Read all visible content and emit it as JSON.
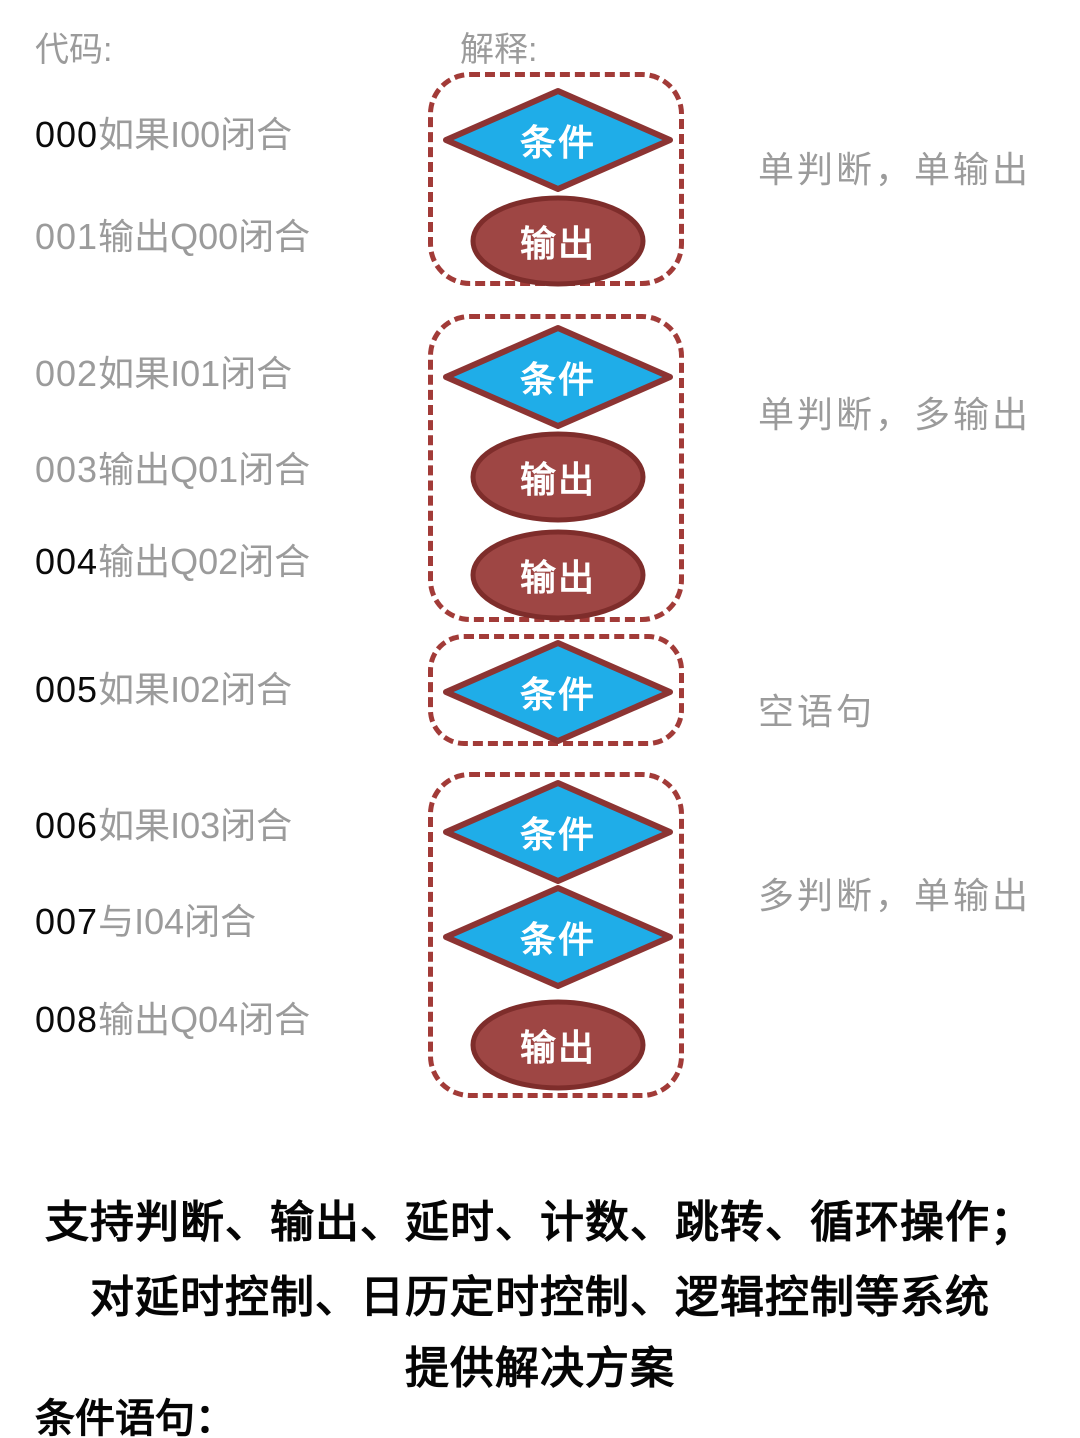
{
  "headers": {
    "code": "代码:",
    "explain": "解释:"
  },
  "code_lines": [
    {
      "num": "000",
      "num_color": "black",
      "text": "如果I00闭合"
    },
    {
      "num": "001",
      "num_color": "gray",
      "text": "输出Q00闭合"
    },
    {
      "num": "002",
      "num_color": "gray",
      "text": "如果I01闭合"
    },
    {
      "num": "003",
      "num_color": "gray",
      "text": "输出Q01闭合"
    },
    {
      "num": "004",
      "num_color": "black",
      "text": "输出Q02闭合"
    },
    {
      "num": "005",
      "num_color": "black",
      "text": "如果I02闭合"
    },
    {
      "num": "006",
      "num_color": "black",
      "text": "如果I03闭合"
    },
    {
      "num": "007",
      "num_color": "black",
      "text": "与I04闭合"
    },
    {
      "num": "008",
      "num_color": "black",
      "text": "输出Q04闭合"
    }
  ],
  "flowchart": {
    "groups": [
      {
        "annotation": "单判断，单输出",
        "shapes": [
          {
            "type": "condition",
            "label": "条件"
          },
          {
            "type": "output",
            "label": "输出"
          }
        ]
      },
      {
        "annotation": "单判断，多输出",
        "shapes": [
          {
            "type": "condition",
            "label": "条件"
          },
          {
            "type": "output",
            "label": "输出"
          },
          {
            "type": "output",
            "label": "输出"
          }
        ]
      },
      {
        "annotation": "空语句",
        "shapes": [
          {
            "type": "condition",
            "label": "条件"
          }
        ]
      },
      {
        "annotation": "多判断，单输出",
        "shapes": [
          {
            "type": "condition",
            "label": "条件"
          },
          {
            "type": "condition",
            "label": "条件"
          },
          {
            "type": "output",
            "label": "输出"
          }
        ]
      }
    ]
  },
  "footer": {
    "lines": [
      "支持判断、输出、延时、计数、跳转、循环操作；",
      "对延时控制、日历定时控制、逻辑控制等系统",
      "提供解决方案"
    ],
    "section_label": "条件语句："
  },
  "colors": {
    "gray_text": "#9b9b9b",
    "black_text": "#0a0a0a",
    "dashed_border": "#a23b38",
    "condition_fill": "#1fade8",
    "condition_stroke": "#8c3433",
    "output_fill": "#9e4644",
    "output_stroke": "#7e2d2b",
    "shape_text": "#ffffff"
  }
}
